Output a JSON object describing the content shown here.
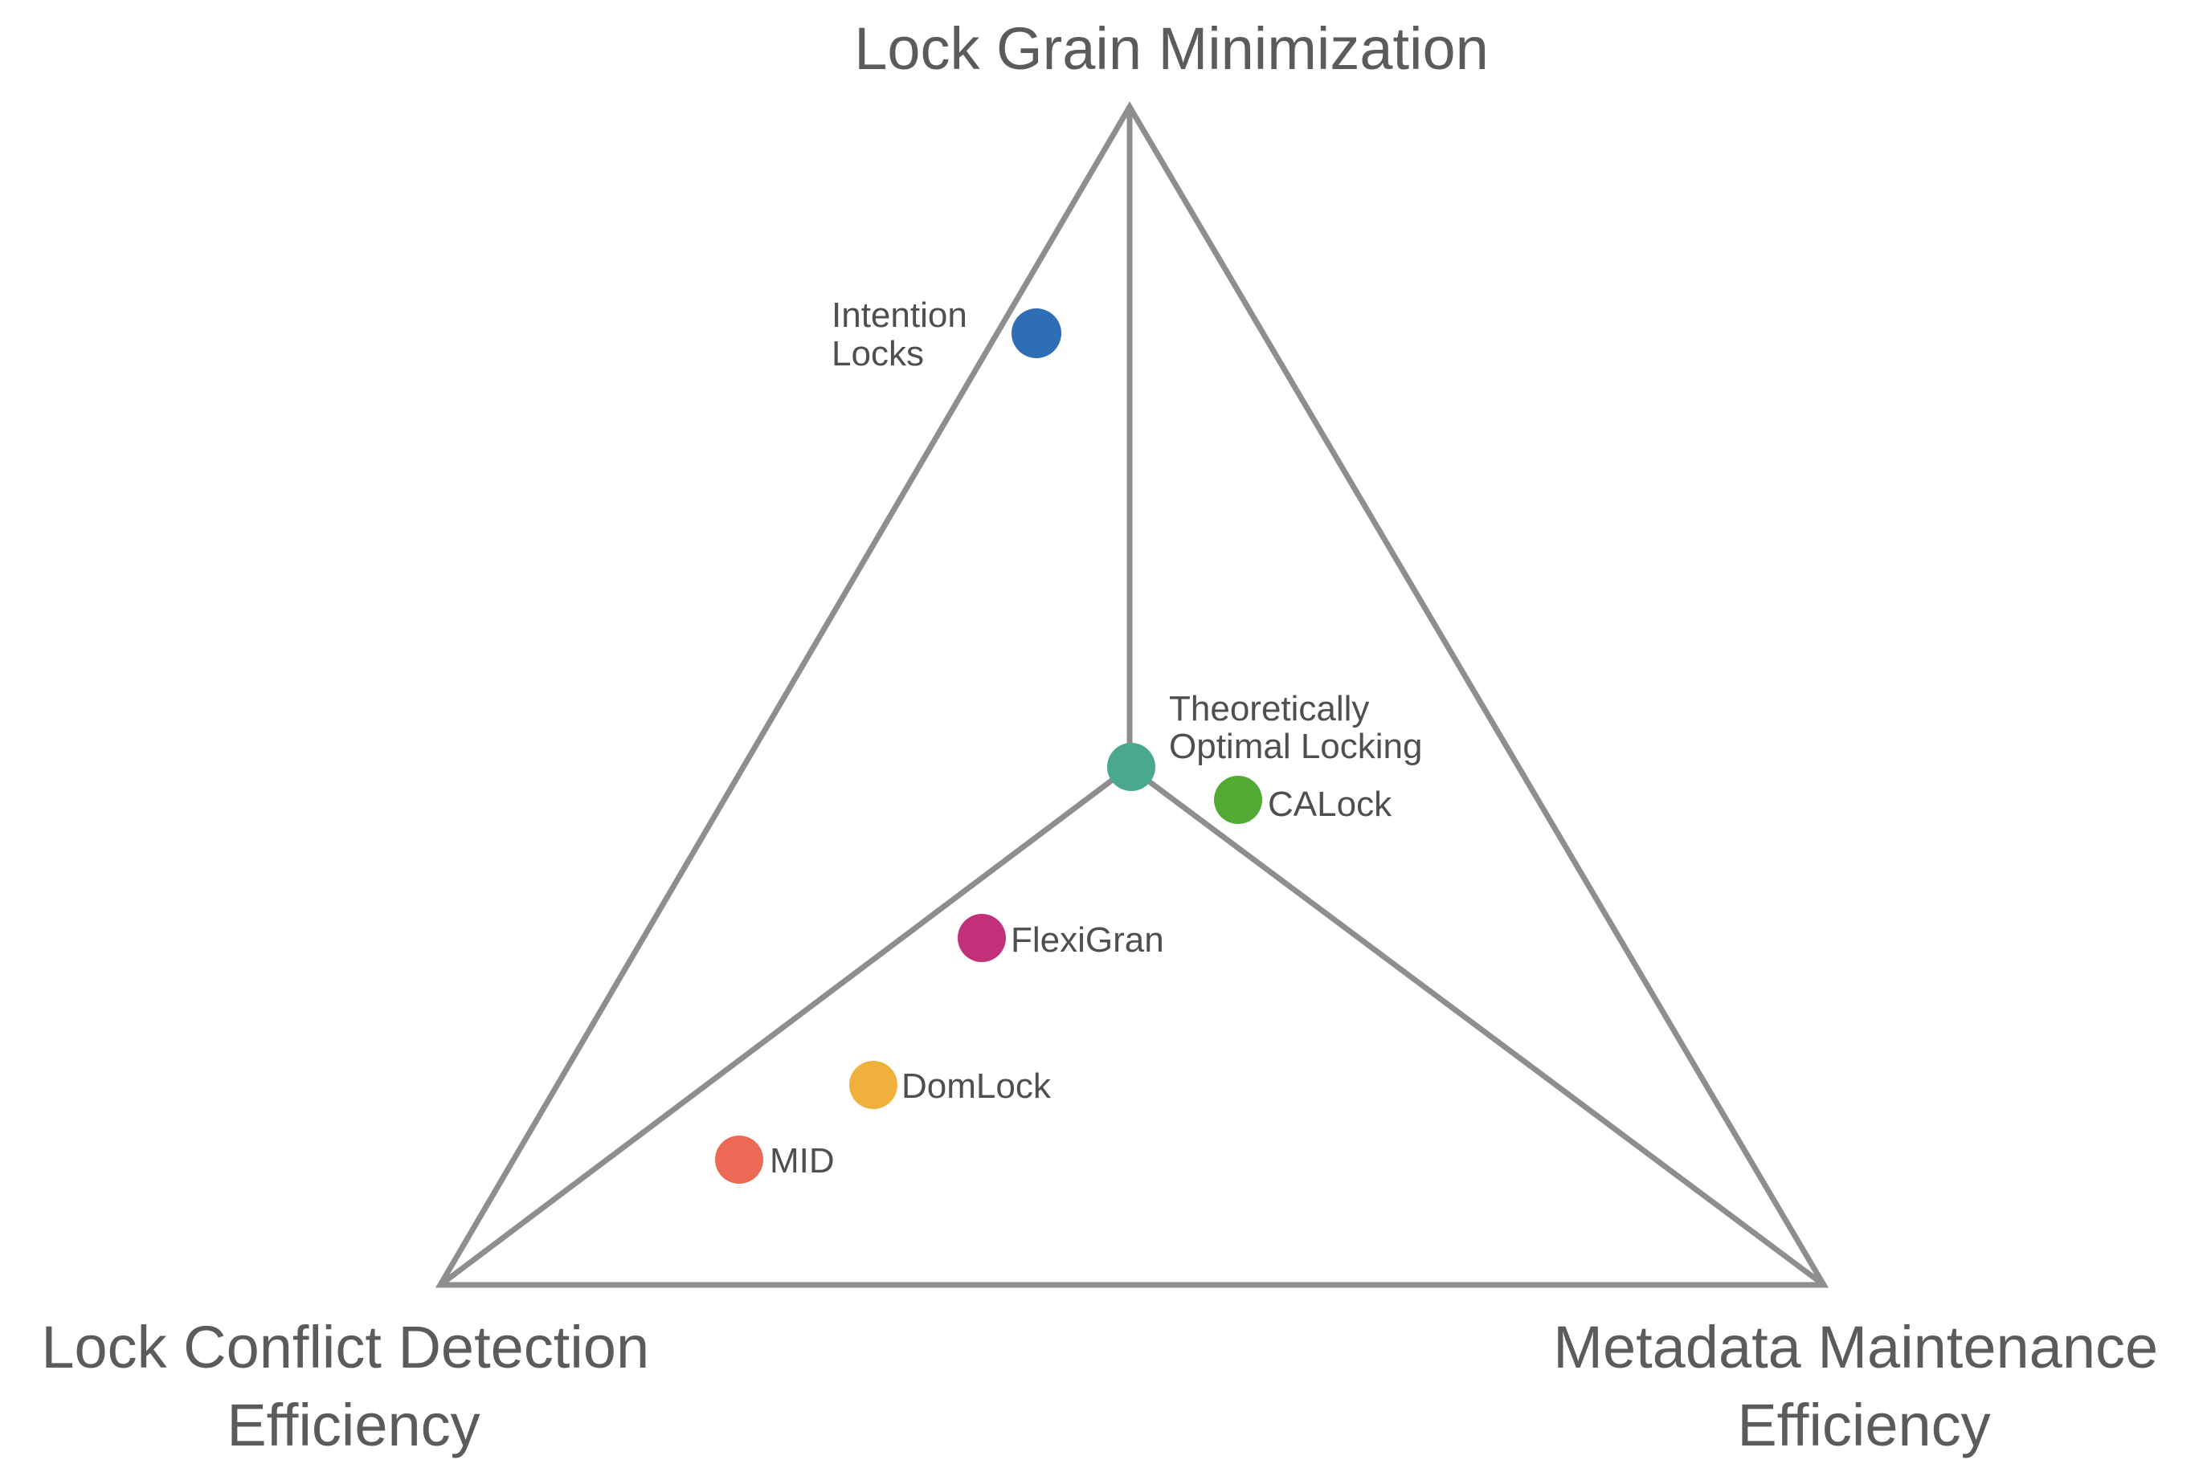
{
  "axes": {
    "top": "Lock Grain Minimization",
    "bottom_left": [
      "Lock Conflict Detection",
      "Efficiency"
    ],
    "bottom_right": [
      "Metadata Maintenance",
      "Efficiency"
    ]
  },
  "points": [
    {
      "id": "intention-locks",
      "label": [
        "Intention",
        "Locks"
      ],
      "color": "#2f6eb5"
    },
    {
      "id": "theoretically-optimal-locking",
      "label": [
        "Theoretically",
        "Optimal Locking"
      ],
      "color": "#4aa88f"
    },
    {
      "id": "calock",
      "label": [
        "CALock"
      ],
      "color": "#52aa35"
    },
    {
      "id": "flexigran",
      "label": [
        "FlexiGran"
      ],
      "color": "#c2307a"
    },
    {
      "id": "domlock",
      "label": [
        "DomLock"
      ],
      "color": "#f0b03c"
    },
    {
      "id": "mid",
      "label": [
        "MID"
      ],
      "color": "#ec6a55"
    }
  ],
  "colors": {
    "frame": "#8e8e8e",
    "axis_text": "#5b5b5b",
    "label_text": "#4f4f4f"
  }
}
